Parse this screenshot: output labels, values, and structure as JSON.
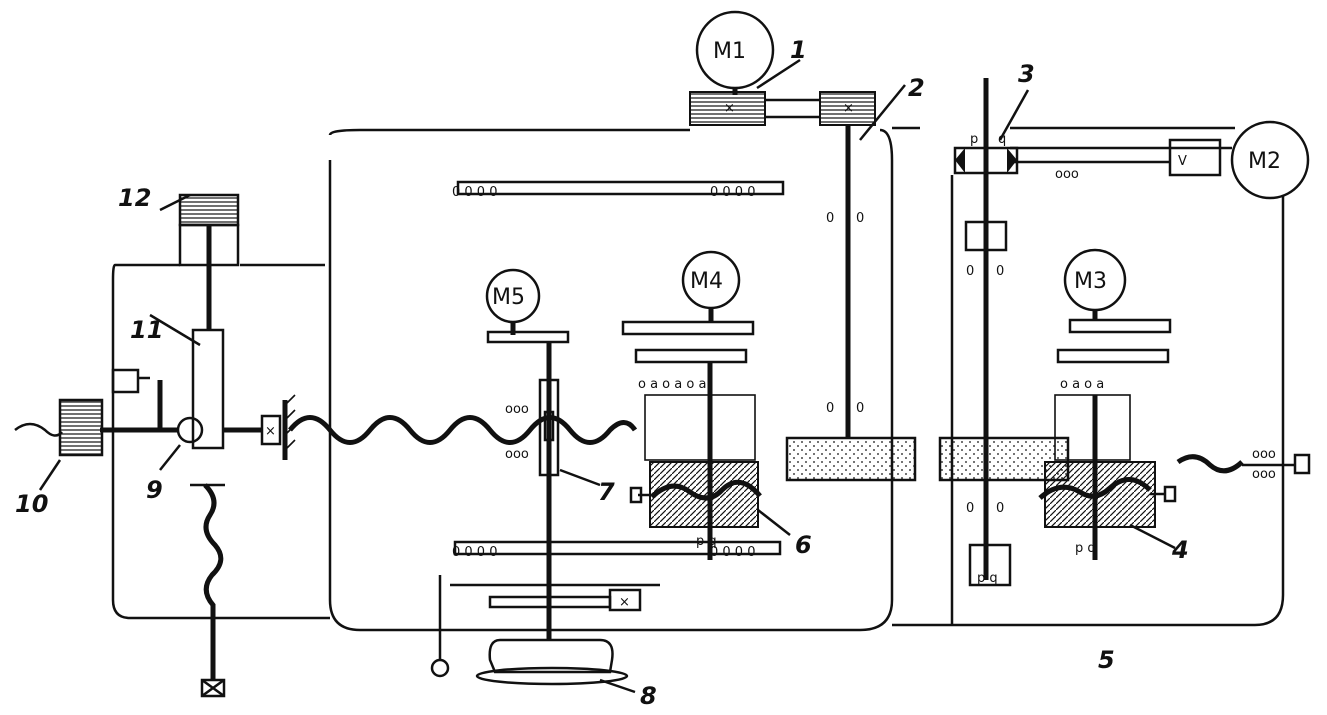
{
  "motors": {
    "m1": "M1",
    "m2": "M2",
    "m3": "M3",
    "m4": "M4",
    "m5": "M5"
  },
  "callouts": [
    "1",
    "2",
    "3",
    "4",
    "5",
    "6",
    "7",
    "8",
    "9",
    "10",
    "11",
    "12"
  ],
  "gear_marks": {
    "p": "p",
    "q": "q"
  },
  "colors": {
    "ink": "#111111",
    "paper": "#ffffff"
  }
}
